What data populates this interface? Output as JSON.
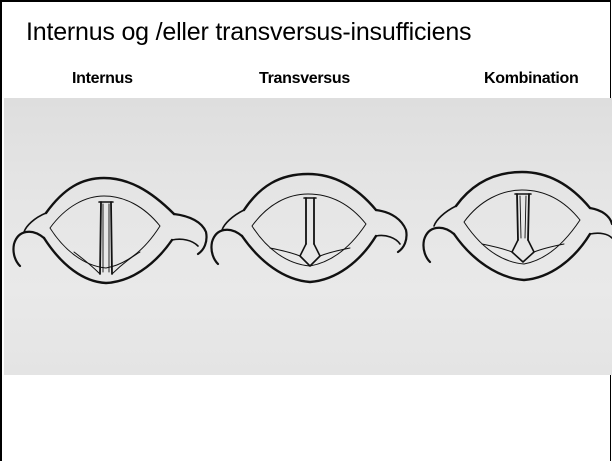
{
  "slide": {
    "title": "Internus og /eller transversus-insufficiens",
    "labels": {
      "internus": "Internus",
      "transversus": "Transversus",
      "kombination": "Kombination"
    }
  },
  "figures": [
    {
      "name": "internus",
      "glottis": "open"
    },
    {
      "name": "transversus",
      "glottis": "posterior-gap"
    },
    {
      "name": "kombination",
      "glottis": "open-with-posterior-gap"
    }
  ]
}
